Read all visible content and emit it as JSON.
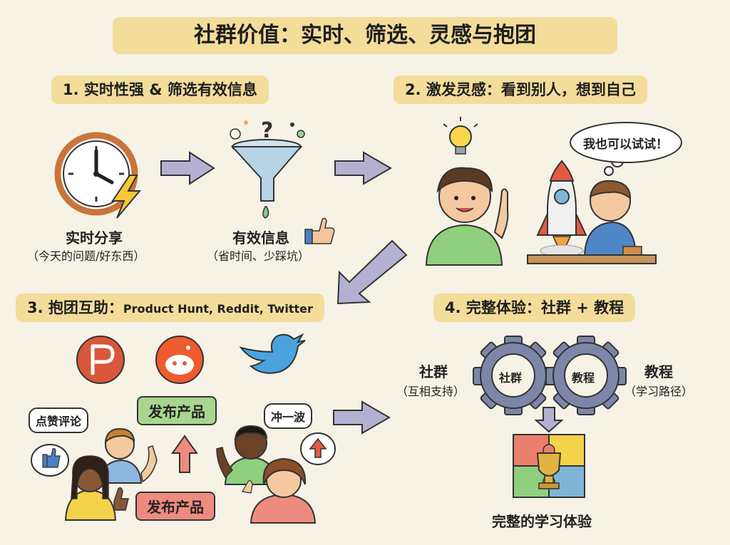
{
  "title": "社群价值：实时、筛选、灵感与抱团",
  "section1": {
    "heading": "1. 实时性强 & 筛选有效信息",
    "clock_label": "实时分享",
    "clock_sub": "（今天的问题/好东西）",
    "funnel_label": "有效信息",
    "funnel_sub": "（省时间、少踩坑）"
  },
  "section2": {
    "heading": "2. 激发灵感：看到别人，想到自己",
    "thought_bubble": "我也可以试试！"
  },
  "section3": {
    "heading_main": "3. 抱团互助：",
    "heading_platforms": "Product Hunt, Reddit, Twitter",
    "platforms": [
      "producthunt-icon",
      "reddit-icon",
      "twitter-icon"
    ],
    "bubble_like": "点赞评论",
    "bubble_wave": "冲一波",
    "launch_top": "发布产品",
    "launch_bottom": "发布产品"
  },
  "section4": {
    "heading": "4. 完整体验：社群 + 教程",
    "community_label": "社群",
    "community_sub": "（互相支持）",
    "gear_community": "社群",
    "gear_tutorial": "教程",
    "tutorial_label": "教程",
    "tutorial_sub": "（学习路径）",
    "result_label": "完整的学习体验"
  },
  "colors": {
    "highlight": "#f4dd9a",
    "arrow": "#b4b0d2",
    "green_tag": "#a8d68f",
    "red_tag": "#ee8b7f",
    "producthunt": "#d9573a",
    "reddit": "#ee5b2d",
    "twitter": "#4aa3df"
  }
}
